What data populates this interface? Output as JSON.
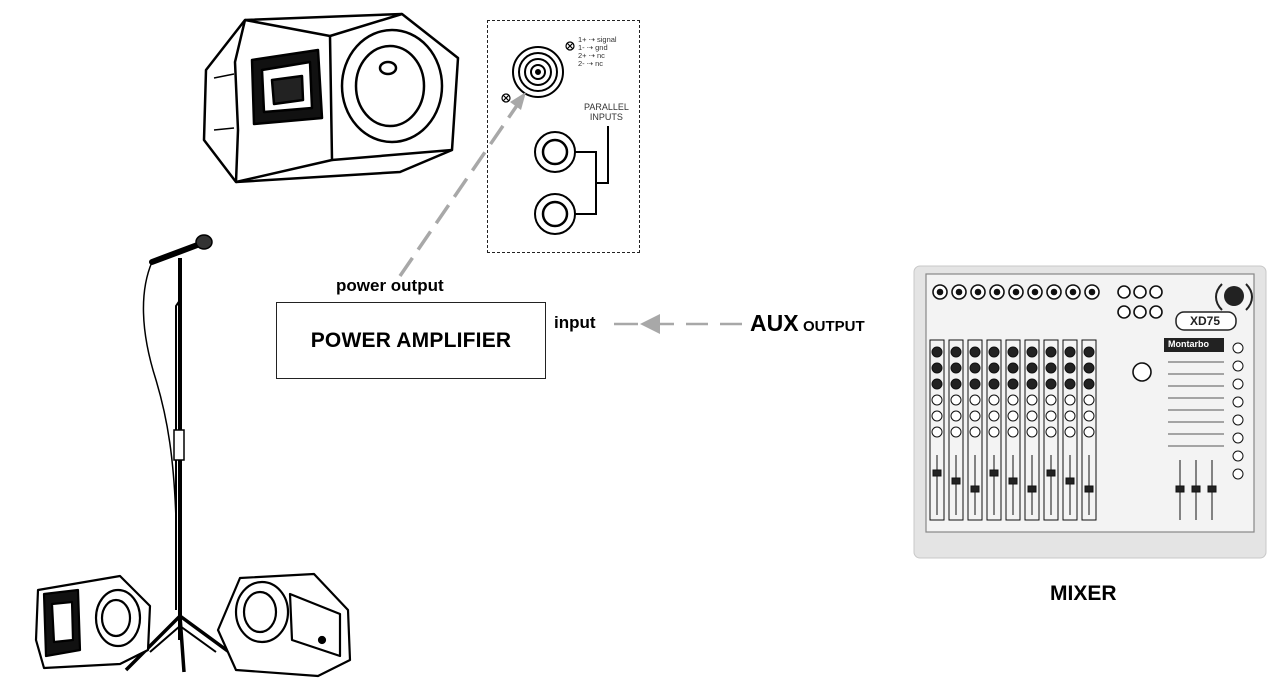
{
  "labels": {
    "power_output": "power output",
    "power_amplifier": "POWER AMPLIFIER",
    "input": "input",
    "aux": "AUX",
    "output": "OUTPUT",
    "mixer": "MIXER"
  },
  "speaker_panel": {
    "parallel": "PARALLEL",
    "inputs": "INPUTS",
    "pin_legend": [
      "1+ ⇢ signal",
      "1- ⇢ gnd",
      "2+ ⇢ nc",
      "2- ⇢ nc"
    ]
  },
  "mixer_device": {
    "brand": "Montarbo",
    "model": "XD75"
  },
  "colors": {
    "line": "#000000",
    "dashed_arrow": "#a8a8a8",
    "mixer_body": "#e4e4e4"
  }
}
